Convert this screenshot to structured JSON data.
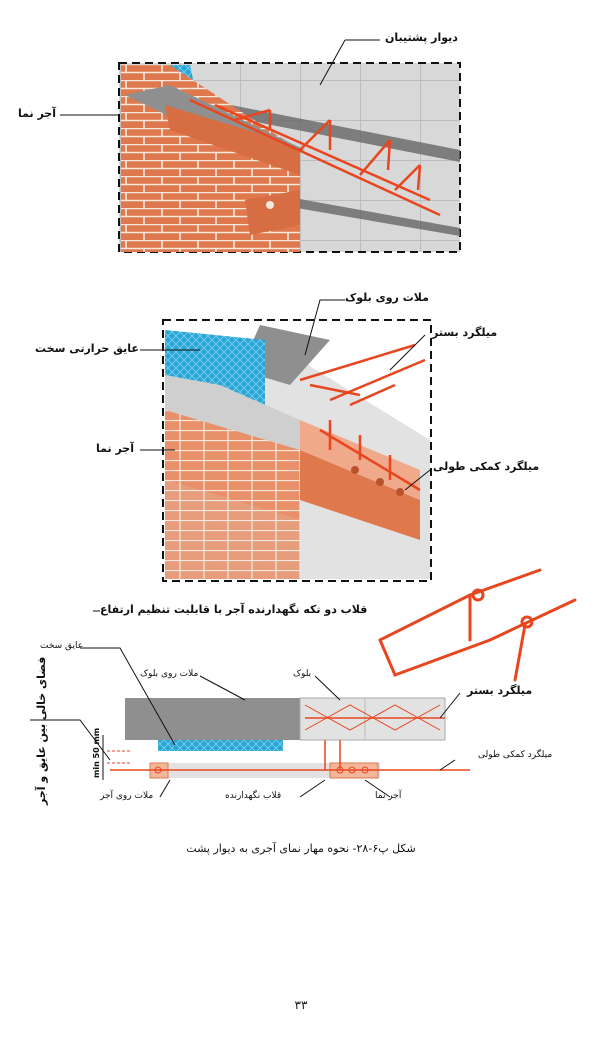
{
  "figure1": {
    "label_backup_wall": "دیوار پشتیبان",
    "label_facing_brick": "آجر نما"
  },
  "figure2": {
    "label_mortar_on_block": "ملات روی بلوک",
    "label_rigid_insulation": "عایق حرارتی سخت",
    "label_bed_mesh": "میلگرد بستر",
    "label_facing_brick": "آجر نما",
    "label_longitudinal_rebar": "میلگرد کمکی طولی"
  },
  "figure3": {
    "label_two_piece_hook": "قلاب دو تکه نگهدارنده آجر با قابلیت تنظیم ارتفاع",
    "label_bed_mesh": "میلگرد بستر"
  },
  "figure4": {
    "label_rigid_insulation": "عایق سخت",
    "label_mortar_on_block": "ملات روی بلوک",
    "label_block": "بلوک",
    "label_bed_mesh": "میلگرد بستر",
    "label_gap_vertical": "فضای خالی بین عایق و آجر",
    "label_min_gap": "min 50 mm",
    "label_longitudinal_rebar": "میلگرد کمکی طولی",
    "label_mortar_on_brick": "ملات روی آجر",
    "label_holding_hook": "قلاب نگهدارنده",
    "label_facing_brick": "آجر نما"
  },
  "caption": "شکل پ۶-۲۸- نحوه مهار نمای آجری به دیوار پشت",
  "page_number": "۳۳",
  "colors": {
    "brick": "#e0784e",
    "brick_dark": "#b9532e",
    "rebar": "#e8461f",
    "insulation": "#2aa6d6",
    "concrete": "#d3d3d3",
    "mortar": "#9a9a9a"
  }
}
